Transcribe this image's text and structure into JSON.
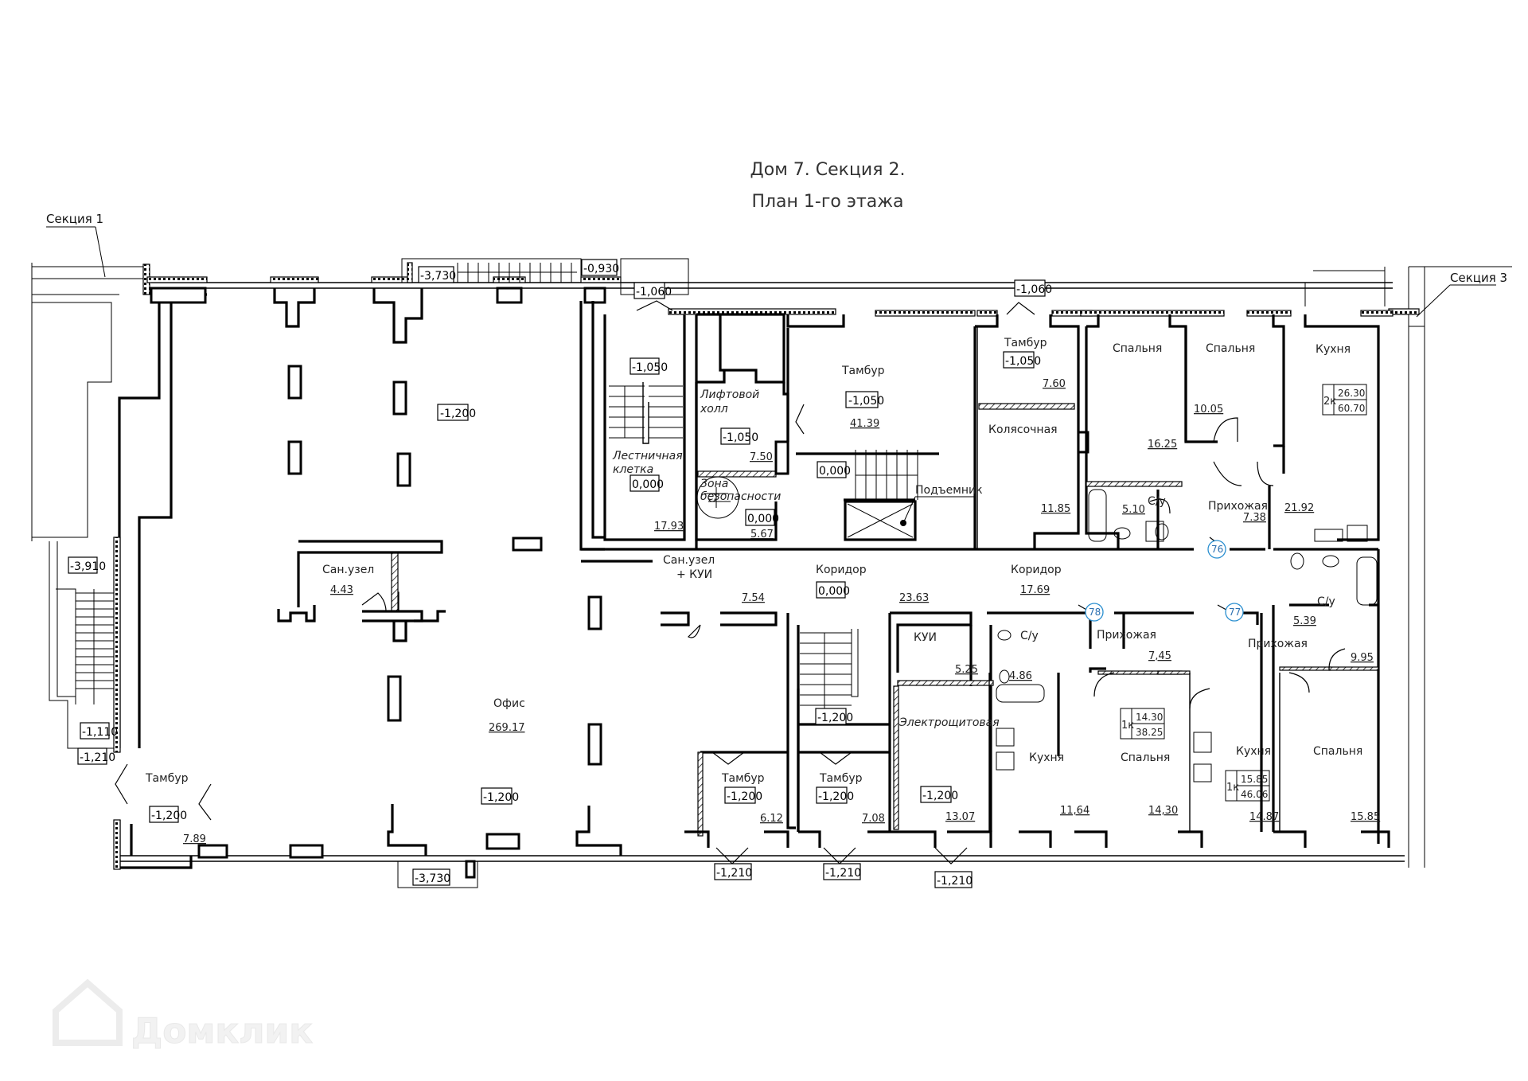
{
  "title": {
    "line1": "Дом 7. Секция 2.",
    "line2": "План 1-го этажа"
  },
  "section_labels": {
    "left": "Секция 1",
    "right": "Секция 3"
  },
  "watermark": "Домклик",
  "rooms": {
    "office": {
      "name": "Офис",
      "area": "269.17",
      "level": "-1,200",
      "level_top": "-1,200"
    },
    "sanuzel_office": {
      "name": "Сан.узел",
      "area": "4.43"
    },
    "tambur_left": {
      "name": "Тамбур",
      "area": "7.89",
      "level": "-1,200"
    },
    "stair_cell": {
      "name_l1": "Лестничная",
      "name_l2": "клетка",
      "area": "17.93",
      "level": "0,000",
      "level_top": "-1,050"
    },
    "lift_hall": {
      "name_l1": "Лифтовой",
      "name_l2": "холл",
      "area": "7.50",
      "level": "-1,050"
    },
    "safety_zone": {
      "name_l1": "Зона",
      "name_l2": "безопасности",
      "area": "5.67",
      "level": "0,000"
    },
    "tambur_main": {
      "name": "Тамбур",
      "area": "41.39",
      "level": "-1,050",
      "level_low": "0,000"
    },
    "lift": {
      "name": "Подъемник"
    },
    "tambur_small": {
      "name": "Тамбур",
      "area": "7.60",
      "level": "-1,050"
    },
    "stroller": {
      "name": "Колясочная",
      "area": "11.85"
    },
    "sanuzel_kui": {
      "name_l1": "Сан.узел",
      "name_l2": "+ КУИ",
      "area": "7.54"
    },
    "corridor_center": {
      "name": "Коридор",
      "area": "23.63",
      "level": "0,000"
    },
    "corridor_right": {
      "name": "Коридор",
      "area": "17.69"
    },
    "kui": {
      "name": "КУИ",
      "area": "5.25"
    },
    "stair_lower": {
      "level": "-1,200"
    },
    "electro": {
      "name": "Электрощитовая",
      "area": "13.07",
      "level": "-1,200"
    },
    "tambur_b1": {
      "name": "Тамбур",
      "area": "6.12",
      "level": "-1,200"
    },
    "tambur_b2": {
      "name": "Тамбур",
      "area": "7.08",
      "level": "-1,200"
    }
  },
  "apartments": [
    {
      "number": "76",
      "type": "2к",
      "living_area": "26.30",
      "total_area": "60.70",
      "rooms": [
        {
          "name": "Спальня",
          "area": "16.25"
        },
        {
          "name": "Спальня",
          "area": "10.05"
        },
        {
          "name": "Кухня",
          "area": "21.92"
        },
        {
          "name": "С/у",
          "area": "5.10"
        },
        {
          "name": "Прихожая",
          "area": "7.38"
        }
      ]
    },
    {
      "number": "78",
      "type": "1к",
      "living_area": "14.30",
      "total_area": "38.25",
      "rooms": [
        {
          "name": "С/у",
          "area": "4.86"
        },
        {
          "name": "Прихожая",
          "area": "7,45"
        },
        {
          "name": "Кухня",
          "area": "11,64"
        },
        {
          "name": "Спальня",
          "area": "14,30"
        }
      ]
    },
    {
      "number": "77",
      "type": "1к",
      "living_area": "15.85",
      "total_area": "46.06",
      "rooms": [
        {
          "name": "С/у",
          "area": "5.39"
        },
        {
          "name": "Прихожая",
          "area": "9.95"
        },
        {
          "name": "Кухня",
          "area": "14.87"
        },
        {
          "name": "Спальня",
          "area": "15.85"
        }
      ]
    }
  ],
  "levels": {
    "porch_top": "-3,730",
    "porch_top_right": "-0,930",
    "entry_top_a": "-1,060",
    "entry_top_b": "-1,060",
    "left_stair_top": "-3,910",
    "left_stair_bottom": "-1,110",
    "left_ground": "-1,210",
    "porch_bottom": "-3,730",
    "entry_bottom_1": "-1,210",
    "entry_bottom_2": "-1,210",
    "entry_bottom_3": "-1,210"
  }
}
